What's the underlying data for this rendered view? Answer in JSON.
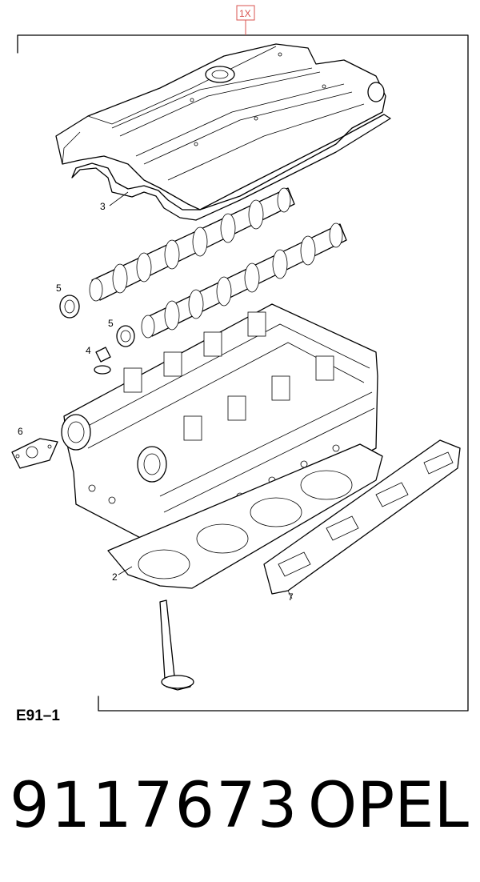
{
  "diagram": {
    "kit_quantity_label": "1X",
    "figure_code": "E91–1",
    "callouts": [
      {
        "id": "gasket-cover",
        "label": "3"
      },
      {
        "id": "seal-left",
        "label": "5"
      },
      {
        "id": "seal-right",
        "label": "5"
      },
      {
        "id": "valve-seal",
        "label": "4"
      },
      {
        "id": "gasket-small",
        "label": "6"
      },
      {
        "id": "head-gasket",
        "label": "2"
      },
      {
        "id": "manifold-gasket",
        "label": "7"
      }
    ]
  },
  "footer": {
    "part_number": "9117673",
    "brand": "OPEL"
  },
  "colors": {
    "kit_label": "#d9534f",
    "lines": "#000000"
  }
}
